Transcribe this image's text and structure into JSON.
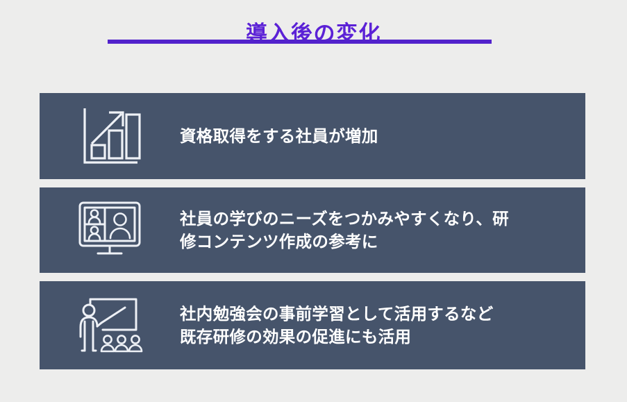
{
  "slide": {
    "title": "導入後の変化",
    "background_color": "#ededec",
    "accent_color": "#5222CC",
    "card_color": "#46546B",
    "card_text_color": "#FFFFFF"
  },
  "cards": [
    {
      "icon": "bar-chart-growth-icon",
      "lines": [
        "資格取得をする社員が増加"
      ]
    },
    {
      "icon": "video-conference-monitor-icon",
      "lines": [
        "社員の学びのニーズをつかみやすくなり、研",
        "修コンテンツ作成の参考に"
      ]
    },
    {
      "icon": "presenter-whiteboard-audience-icon",
      "lines": [
        "社内勉強会の事前学習として活用するなど",
        "既存研修の効果の促進にも活用"
      ]
    }
  ]
}
